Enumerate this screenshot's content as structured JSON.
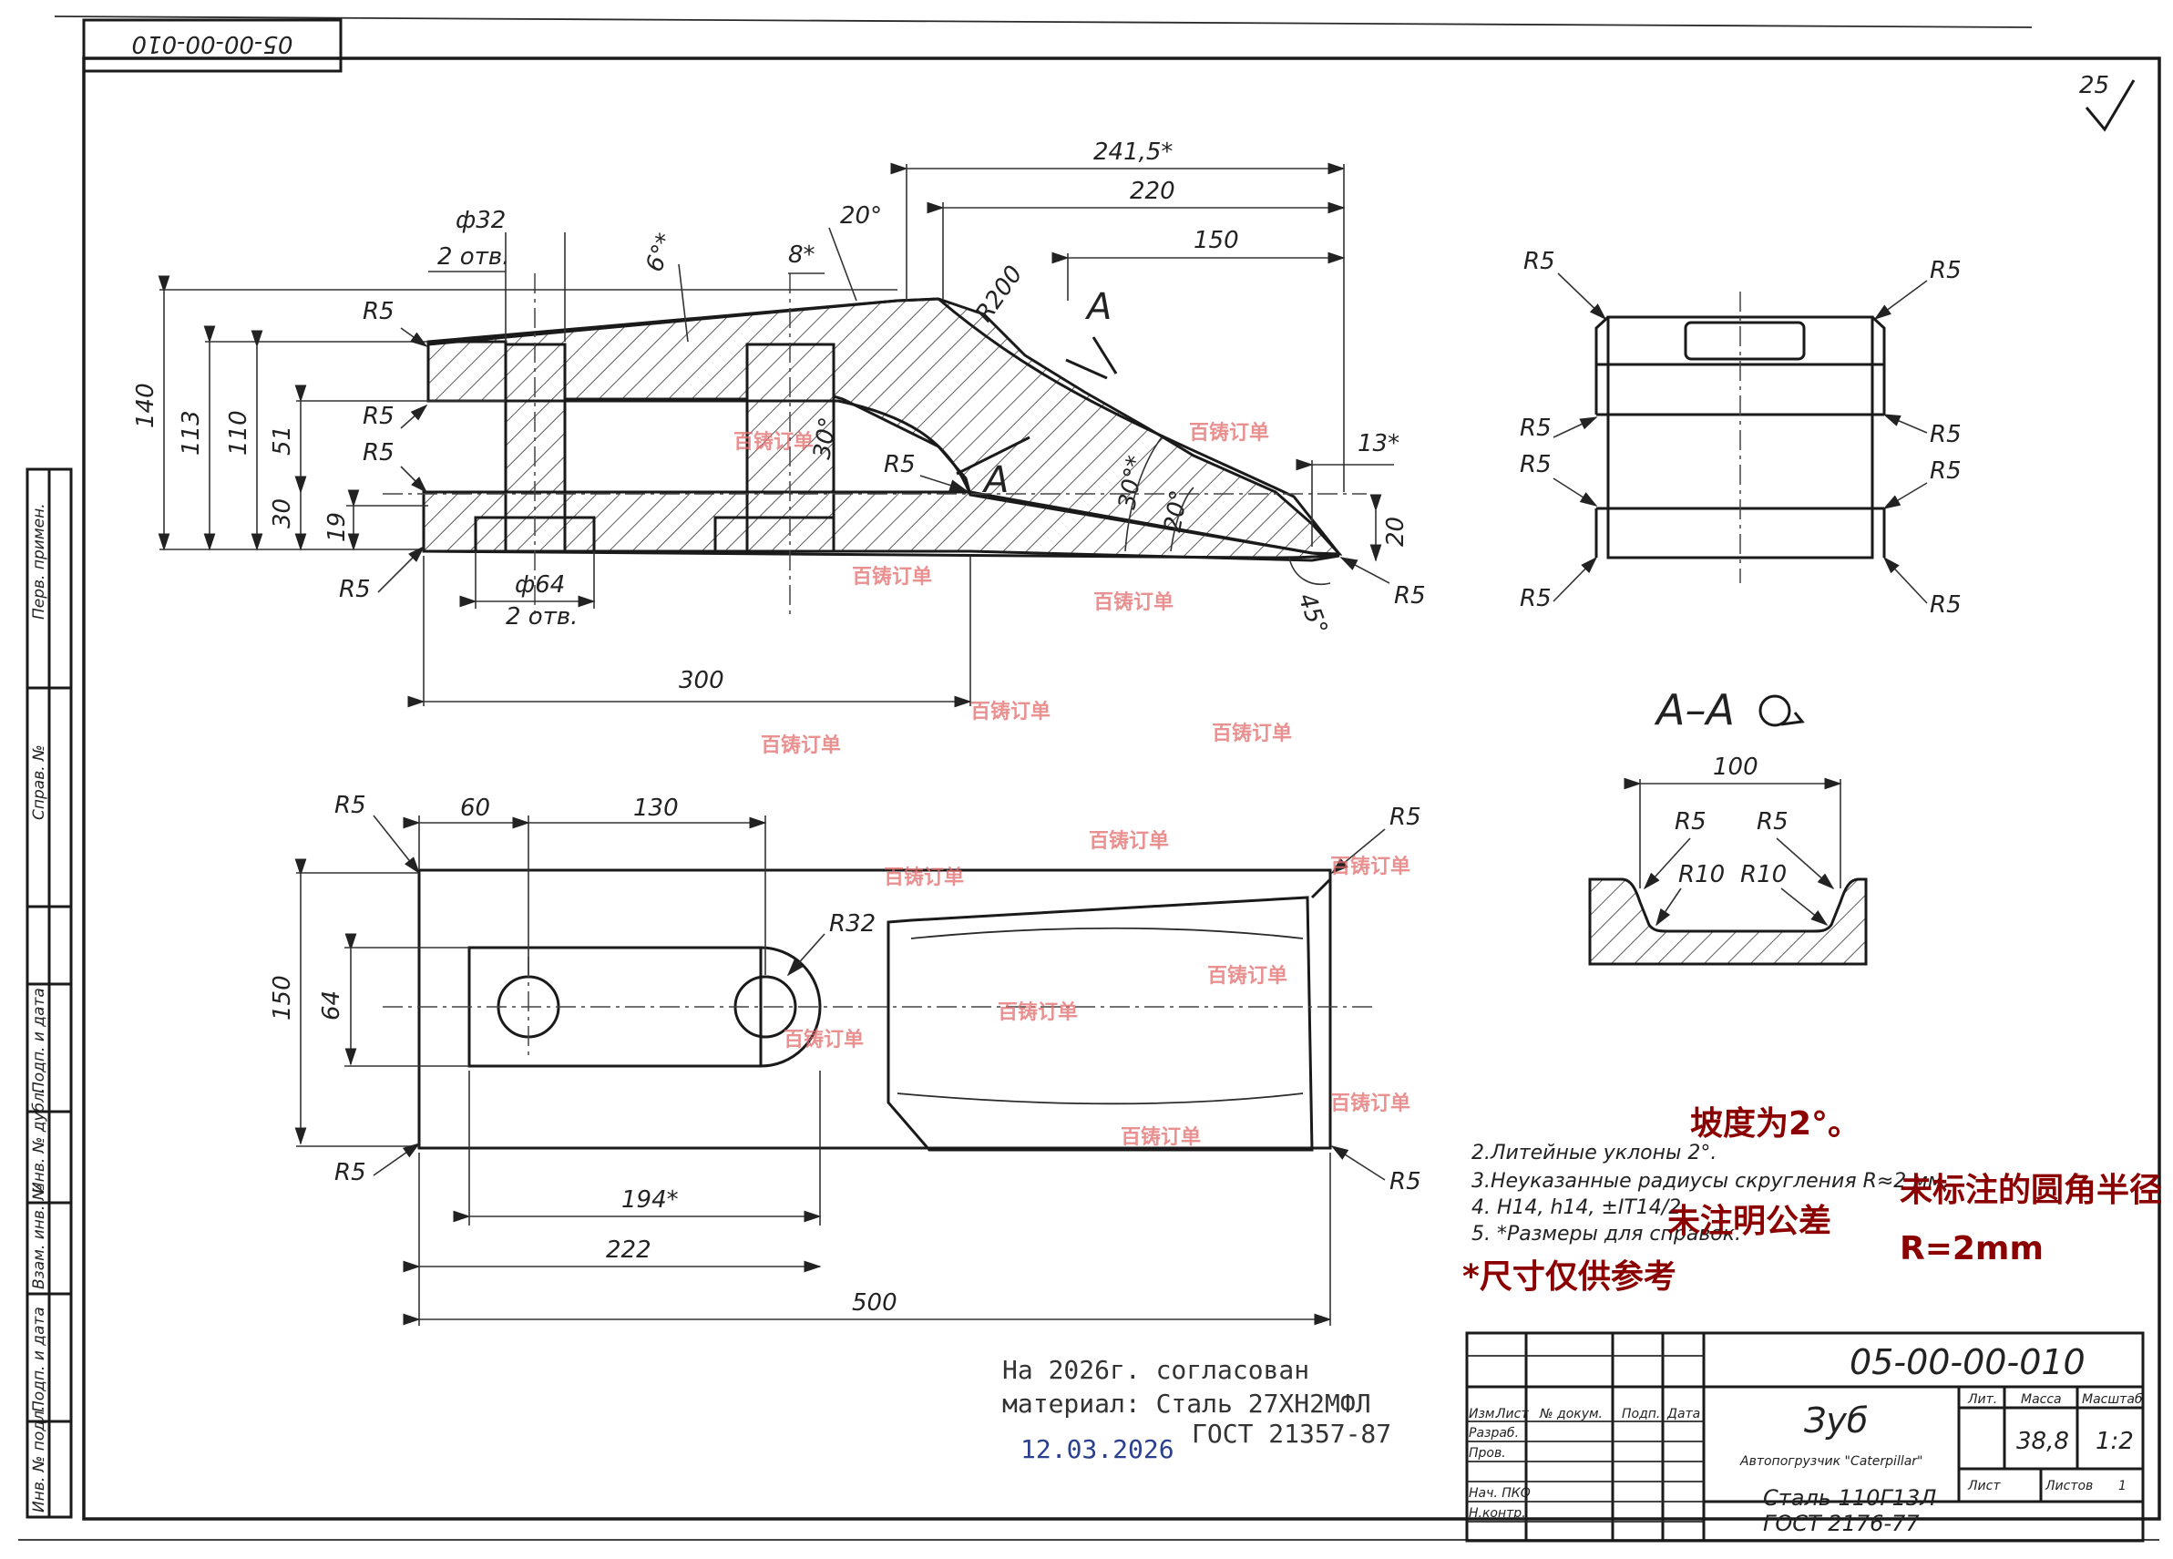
{
  "header": {
    "doc_code_rotated": "05-00-00-010",
    "roughness": "25"
  },
  "dims": {
    "d241": "241,5*",
    "d220": "220",
    "d150top": "150",
    "d20deg": "20°",
    "d8": "8*",
    "d6deg": "6°*",
    "d32": "ф32",
    "holes2a": "2 отв.",
    "r200": "R200",
    "d140": "140",
    "d113": "113",
    "d110": "110",
    "d51": "51",
    "d30": "30",
    "d19": "19",
    "d30deg": "30°",
    "d30degb": "30°*",
    "d20degb": "20°",
    "d13": "13*",
    "d20r": "20",
    "d45": "45°",
    "d64": "ф64",
    "holes2b": "2 отв.",
    "d300": "300",
    "secA": "A",
    "d60": "60",
    "d130": "130",
    "r32": "R32",
    "d150side": "150",
    "d64side": "64",
    "d194": "194*",
    "d222": "222",
    "d500": "500",
    "sectionTitle": "A–A",
    "d100": "100",
    "r10": "R10",
    "r5": "R5"
  },
  "notes": {
    "n2": "2.Литейные уклоны 2°.",
    "n3": "3.Неуказанные радиусы скругления R≈2 мм.",
    "n4": "4. H14, h14, ±IT14/2.",
    "n5": "5. *Размеры для справок."
  },
  "annotations_zh": {
    "slope": "坡度为2°。",
    "radius_line1": "未标注的圆角半径",
    "radius_line2": "R=2mm",
    "tolerance": "未注明公差",
    "ref": "*尺寸仅供参考"
  },
  "handwritten": {
    "line1": "На 2026г. согласован",
    "line2": "материал: Сталь 27ХН2МФЛ",
    "line3": "ГОСТ 21357-87",
    "date": "12.03.2026"
  },
  "title_block": {
    "code": "05-00-00-010",
    "name": "Зуб",
    "subtitle": "Автопогрузчик \"Caterpillar\"",
    "material1": "Сталь 110Г13Л",
    "material2": "ГОСТ 2176-77",
    "col_izm": "Изм.",
    "col_list": "Лист",
    "col_docnum": "№ докум.",
    "col_sign": "Подп.",
    "col_date": "Дата",
    "razrab": "Разраб.",
    "prov": "Пров.",
    "nach": "Нач. ПКО",
    "nkontr": "Н.контр.",
    "lit": "Лит.",
    "massa": "Масса",
    "masshtab": "Масштаб",
    "mass_val": "38,8",
    "scale_val": "1:2",
    "list": "Лист",
    "listov": "Листов",
    "listov_val": "1"
  },
  "side_stamp": {
    "perv": "Перв. примен.",
    "sprav": "Справ. №",
    "podp1": "Подп. и дата",
    "inv_dubl": "Инв. № дубл.",
    "vzam": "Взам. инв. №",
    "podp2": "Подп. и дата",
    "inv_podl": "Инв. № подл."
  },
  "watermark": "百铸订单"
}
